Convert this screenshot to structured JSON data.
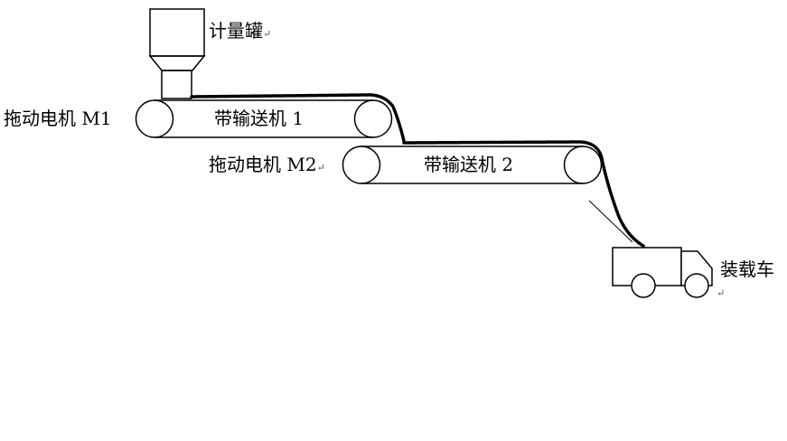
{
  "labels": {
    "tank": "计量罐",
    "motor1": "拖动电机 M1",
    "conveyor1": "带输送机 1",
    "motor2": "拖动电机 M2",
    "conveyor2": "带输送机 2",
    "truck": "装载车",
    "para_mark": "↵"
  },
  "colors": {
    "stroke": "#000000",
    "material": "#000000",
    "background": "#ffffff"
  }
}
